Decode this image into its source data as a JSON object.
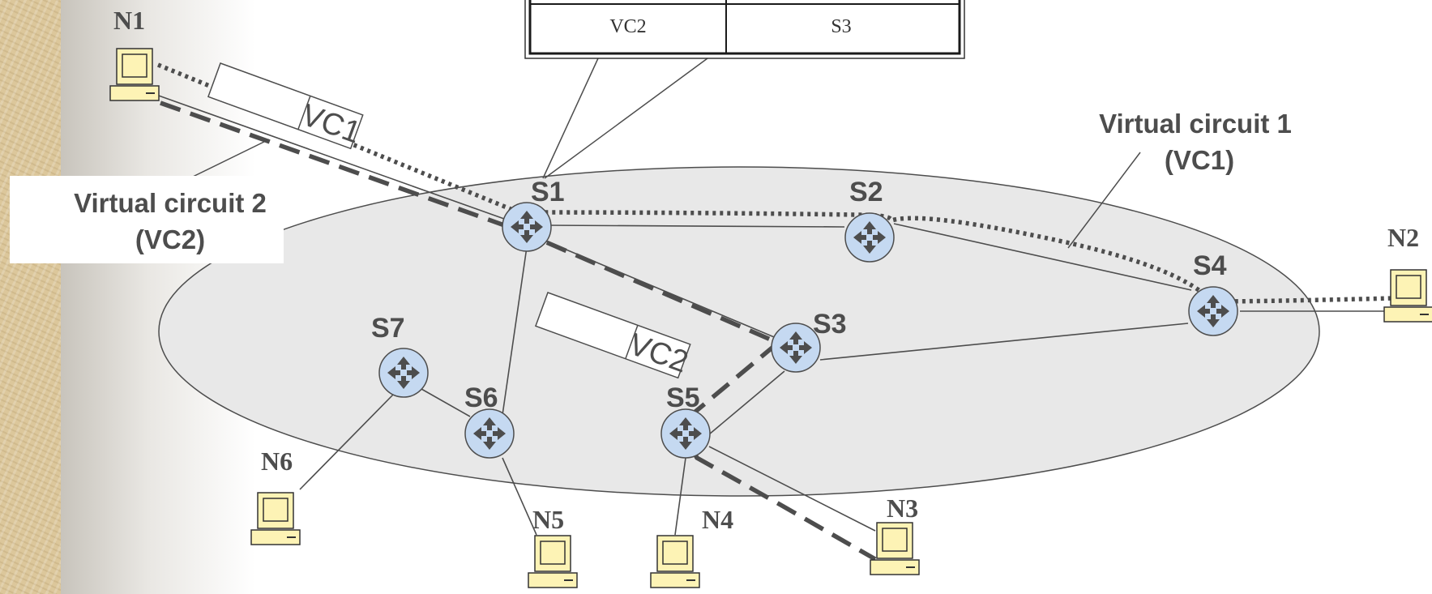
{
  "colors": {
    "line": "#4d4d4d",
    "cloud_fill": "#e8e8e8",
    "switch_fill": "#c5d9f1",
    "host_fill": "#fdf3b5",
    "parchment": "#dcc79b"
  },
  "table": {
    "cells": [
      "VC2",
      "S3"
    ]
  },
  "switches": {
    "s1": "S1",
    "s2": "S2",
    "s3": "S3",
    "s4": "S4",
    "s5": "S5",
    "s6": "S6",
    "s7": "S7"
  },
  "hosts": {
    "n1": "N1",
    "n2": "N2",
    "n3": "N3",
    "n4": "N4",
    "n5": "N5",
    "n6": "N6"
  },
  "circuits": {
    "vc1": {
      "title": "Virtual circuit 1",
      "short": "(VC1)",
      "tag": "VC1"
    },
    "vc2": {
      "title": "Virtual circuit 2",
      "short": "(VC2)",
      "tag": "VC2"
    }
  },
  "icons": {
    "switch": "router-arrows-icon",
    "host": "desktop-computer-icon"
  }
}
